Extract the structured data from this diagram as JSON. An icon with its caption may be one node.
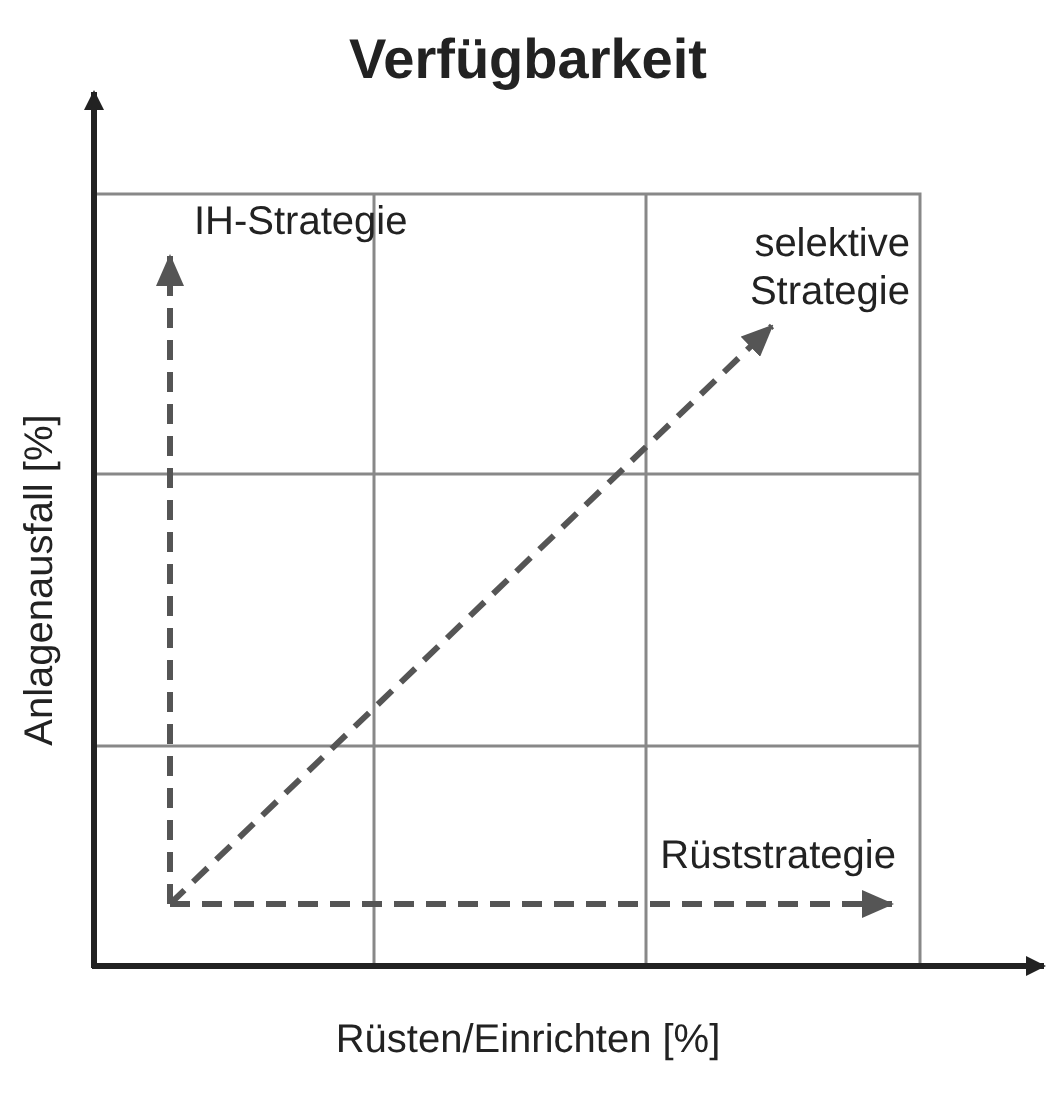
{
  "diagram": {
    "title": "Verfügbarkeit",
    "nodes": [
      {
        "text": [
          "IH-Strategie"
        ]
      },
      {
        "text": [
          "selektive Strategie"
        ]
      },
      {
        "text": [
          "Rüststrategie"
        ]
      }
    ],
    "edges": [
      {
        "from": null,
        "to": 0,
        "arrow": "to",
        "style": "dashed"
      },
      {
        "from": null,
        "to": 1,
        "arrow": "to",
        "style": "dashed"
      },
      {
        "from": null,
        "to": 2,
        "arrow": "to",
        "style": "dashed"
      }
    ],
    "labels": [
      "Anlagenausfall [%]",
      "Rüsten/Einrichten [%]"
    ]
  }
}
